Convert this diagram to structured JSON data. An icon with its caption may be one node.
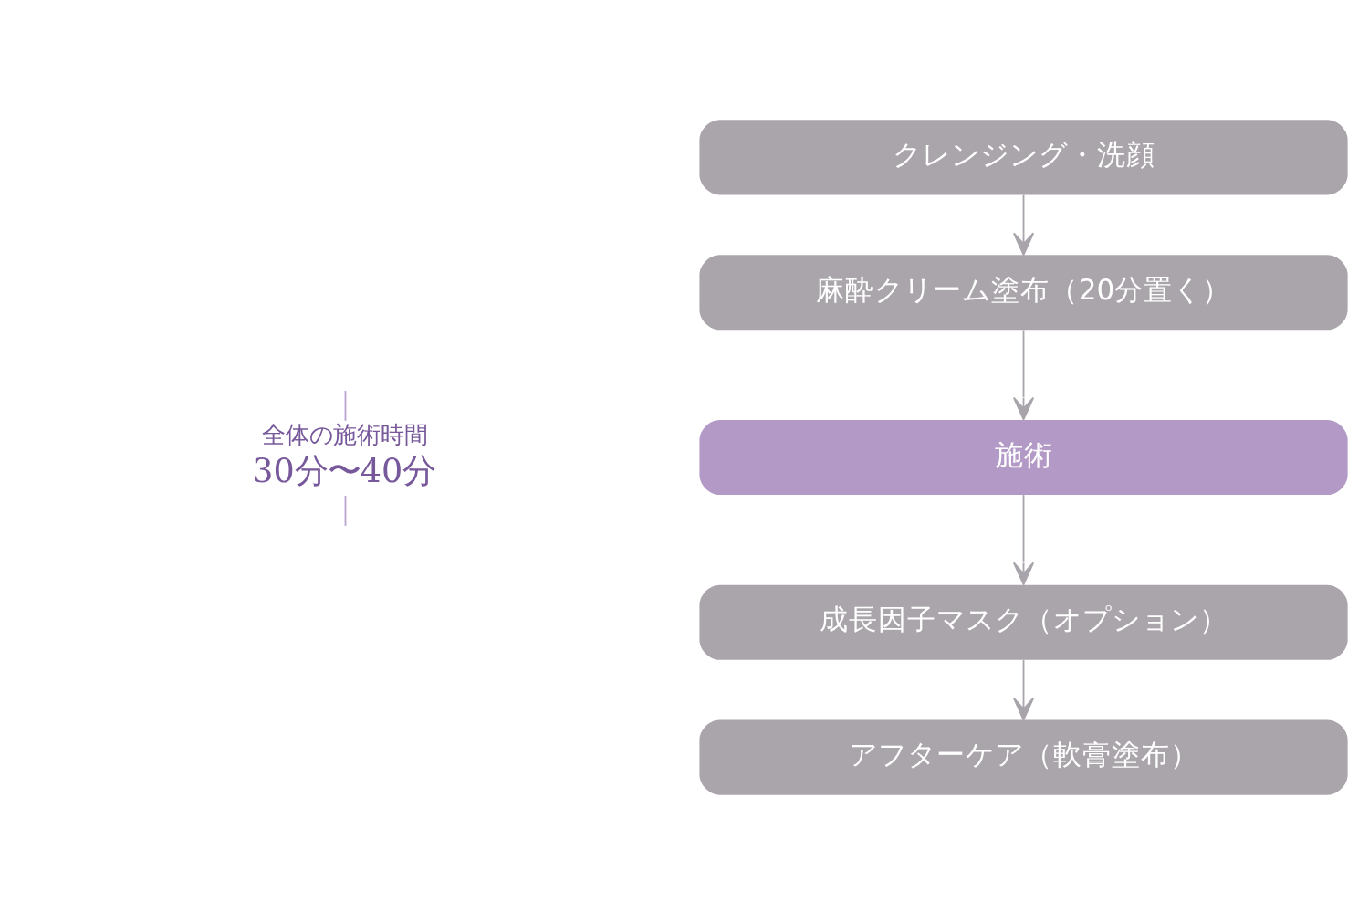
{
  "diagram": {
    "nodes": [
      {
        "text": [
          "クレンジング・洗顔"
        ]
      },
      {
        "text": [
          "麻酔クリーム塗布（20分置く）"
        ]
      },
      {
        "text": [
          "施術"
        ]
      },
      {
        "text": [
          "成長因子マスク（オプション）"
        ]
      },
      {
        "text": [
          "アフターケア（軟膏塗布）"
        ]
      }
    ],
    "edges": [
      {
        "from": 0,
        "to": 1,
        "arrow": "to"
      },
      {
        "from": 1,
        "to": 2,
        "arrow": "to"
      },
      {
        "from": 2,
        "to": 3,
        "arrow": "to"
      },
      {
        "from": 3,
        "to": 4,
        "arrow": "to"
      }
    ],
    "labels": [
      "全体の施術時間",
      "30分〜40分"
    ]
  }
}
